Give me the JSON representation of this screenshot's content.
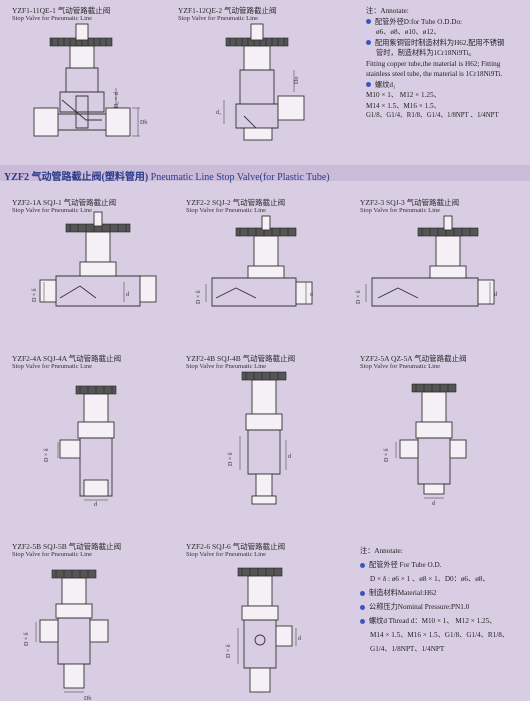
{
  "top": {
    "item1": {
      "model": "YZF1-11QE-1 气动管路截止阀",
      "sub": "Stop Valve for Pneumatic Line"
    },
    "item2": {
      "model": "YZF1-12QE-2 气动管路截止阀",
      "sub": "Stop Valve for Pneumatic Line"
    },
    "note": {
      "title": "注：Annotate:",
      "line1": "配管外径D:for Tube O.D.Do:",
      "line2": "ø6、ø8、ø10、ø12、",
      "line3": "配用紫铜管时制造材料为H62,配用不锈钢",
      "line4": "管时，制造材料为1Cr18Ni9Ti。",
      "line5": "Fitting copper tube,the material is H62; Fitting",
      "line6": "stainless steel tube, the material is 1Cr18Ni9Ti.",
      "line7": "螺纹d₁",
      "line8": "M10 × 1、 M12 × 1.25、",
      "line9": "M14 × 1.5、M16 × 1.5、",
      "line10": "G1/8、G1/4、R1/8、G1/4、1/8NPT 、1/4NPT"
    }
  },
  "band": {
    "cn": "YZF2  气动管路截止阀(塑料管用)",
    "en": "Pneumatic Line Stop Valve(for Plastic Tube)"
  },
  "row2": [
    {
      "model": "YZF2-1A SQJ-1  气动管路截止阀",
      "sub": "Stop Valve for Pneumatic Line"
    },
    {
      "model": "YZF2-2 SQJ-2  气动管路截止阀",
      "sub": "Stop Valve for Pneumatic Line"
    },
    {
      "model": "YZF2-3 SQJ-3  气动管路截止阀",
      "sub": "Stop Valve for Pneumatic Line"
    }
  ],
  "row3": [
    {
      "model": "YZF2-4A SQJ-4A  气动管路截止阀",
      "sub": "Stop Valve for Pneumatic Line"
    },
    {
      "model": "YZF2-4B SQJ-4B  气动管路截止阀",
      "sub": "Stop Valve for Pneumatic Line"
    },
    {
      "model": "YZF2-5A QZ-5A  气动管路截止阀",
      "sub": "Stop Valve for Pneumatic Line"
    }
  ],
  "row4": [
    {
      "model": "YZF2-5B SQJ-5B  气动管路截止阀",
      "sub": "Stop Valve for Pneumatic Line"
    },
    {
      "model": "YZF2-6 SQJ-6  气动管路截止阀",
      "sub": "Stop Valve for Pneumatic Line"
    }
  ],
  "note2": {
    "title": "注：Annotate:",
    "line1": "配管外径 For Tube O.D.",
    "line2": "D × δ : ø6 × 1 、ø8 × 1、D0：ø6、ø8、",
    "line3": "制造材料Material:H62",
    "line4": "公称压力Nominal Pressure:PN1.0",
    "line5": "螺纹d Thread d：M10 × 1、 M12 × 1.25、",
    "line6": "M14 × 1.5、M16 × 1.5、G1/8、G1/4、R1/8、",
    "line7": "G1/4、1/8NPT、1/4NPT"
  },
  "dims": {
    "d": "d",
    "d1": "d₁",
    "D": "D",
    "db": "Db",
    "D6": "D × δ"
  }
}
